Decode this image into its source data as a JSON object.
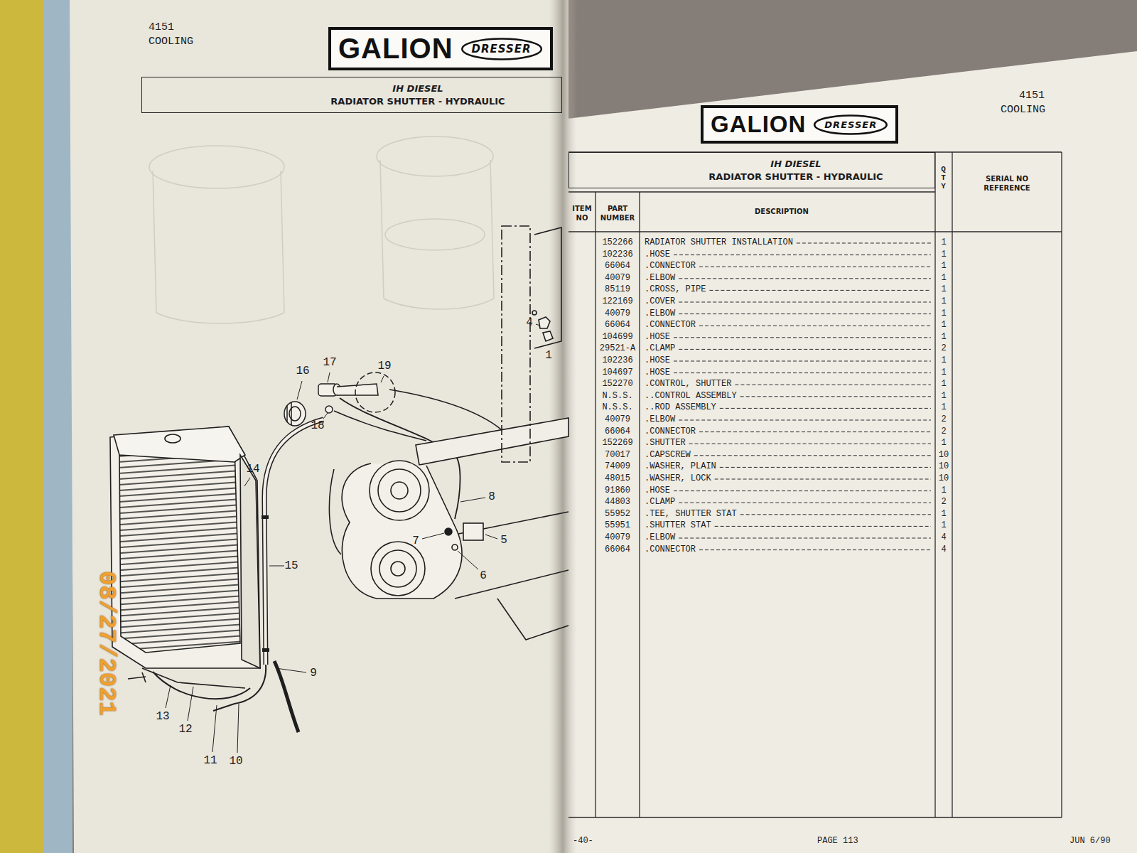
{
  "diagram": {
    "nodes": [
      {
        "text": [
          "GALION"
        ]
      },
      {
        "text": [
          "DRESSER"
        ],
        "in": 0
      },
      {
        "text": [
          "RADIATOR SHUTTER - HYDRAULIC",
          "IH DIESEL"
        ]
      },
      {
        "text": [
          "GALION"
        ]
      },
      {
        "text": [
          "DRESSER"
        ],
        "in": 3
      },
      {
        "text": [
          "RADIATOR SHUTTER - HYDRAULIC",
          "IH DIESEL"
        ]
      }
    ],
    "labels": [
      "4151",
      "COOLING",
      "16",
      "17",
      "19",
      "18",
      "4",
      "1",
      "14",
      "8",
      "7",
      "5",
      "6",
      "15",
      "9",
      "13",
      "12",
      "11",
      "10",
      "08/27/2021",
      "4151",
      "COOLING",
      "QTY",
      "SERIAL NO REFERENCE",
      "ITEM NO",
      "PART NUMBER",
      "DESCRIPTION",
      "152266",
      "RADIATOR SHUTTER INSTALLATION",
      "1",
      "102236",
      ".HOSE",
      "1",
      "66064",
      ".CONNECTOR",
      "1",
      "40079",
      ".ELBOW",
      "1",
      "85119",
      ".CROSS, PIPE",
      "1",
      "122169",
      ".COVER",
      "1",
      "40079",
      ".ELBOW",
      "1",
      "66064",
      ".CONNECTOR",
      "1",
      "104699",
      ".HOSE",
      "1",
      "29521-A",
      ".CLAMP",
      "2",
      "102236",
      ".HOSE",
      "1",
      "104697",
      ".HOSE",
      "1",
      "152270",
      ".CONTROL, SHUTTER",
      "1",
      "N.S.S.",
      "..CONTROL ASSEMBLY",
      "1",
      "N.S.S.",
      "..ROD ASSEMBLY",
      "1",
      "40079",
      ".ELBOW",
      "2",
      "66064",
      ".CONNECTOR",
      "2",
      "152269",
      ".SHUTTER",
      "1",
      "70017",
      ".CAPSCREW",
      "10",
      "74009",
      ".WASHER, PLAIN",
      "10",
      "48015",
      ".WASHER, LOCK",
      "10",
      "91860",
      ".HOSE",
      "1",
      "44803",
      ".CLAMP",
      "2",
      "55952",
      ".TEE, SHUTTER STAT",
      "1",
      "55951",
      ".SHUTTER STAT",
      "1",
      "40079",
      ".ELBOW",
      "4",
      "66064",
      ".CONNECTOR",
      "4",
      "-40-",
      "PAGE 113",
      "JUN 6/90"
    ]
  }
}
